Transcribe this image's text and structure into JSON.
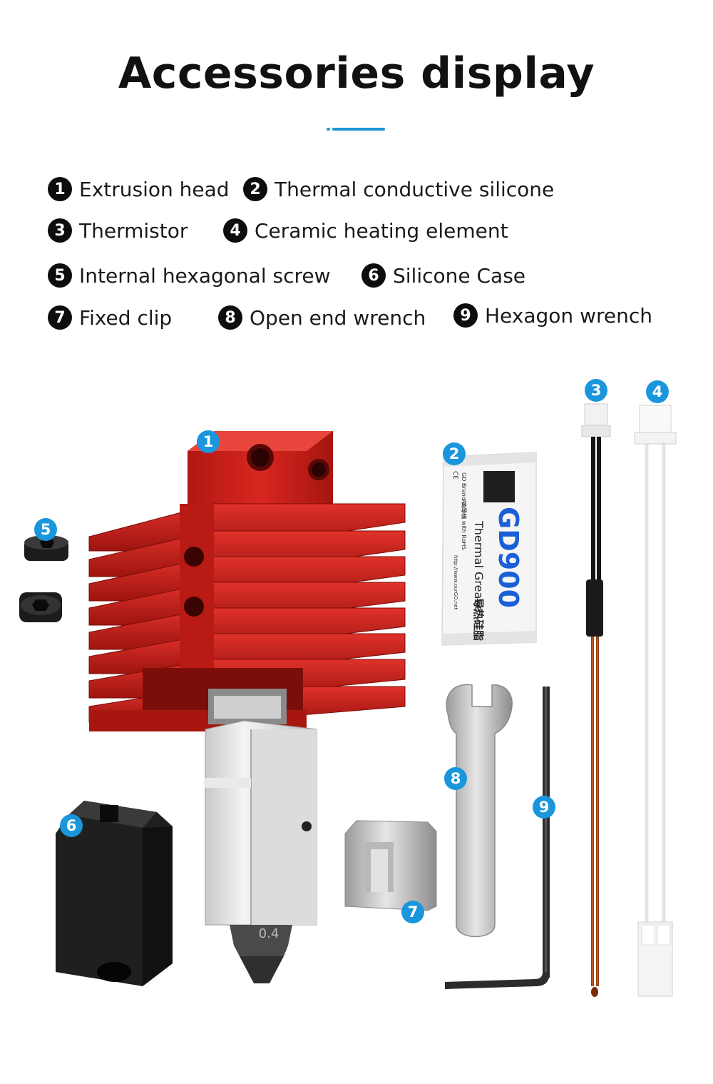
{
  "page": {
    "title": "Accessories display",
    "accent_color": "#1a96dc"
  },
  "legend": [
    {
      "number": "1",
      "label": "Extrusion head"
    },
    {
      "number": "2",
      "label": "Thermal conductive silicone"
    },
    {
      "number": "3",
      "label": "Thermistor"
    },
    {
      "number": "4",
      "label": "Ceramic heating element"
    },
    {
      "number": "5",
      "label": "Internal hexagonal screw"
    },
    {
      "number": "6",
      "label": "Silicone Case"
    },
    {
      "number": "7",
      "label": "Fixed clip"
    },
    {
      "number": "8",
      "label": "Open end wrench"
    },
    {
      "number": "9",
      "label": "Hexagon wrench"
    }
  ],
  "products": {
    "nozzle_size": "0.4",
    "grease_packet": {
      "brand": "GD900",
      "name": "Thermal Grease",
      "chinese": "导热硅脂",
      "brand_line": "GD Brand 高导热",
      "rohs": "Accord with RoHS",
      "url": "http://www.ourGD.net",
      "ce": "CE"
    }
  }
}
